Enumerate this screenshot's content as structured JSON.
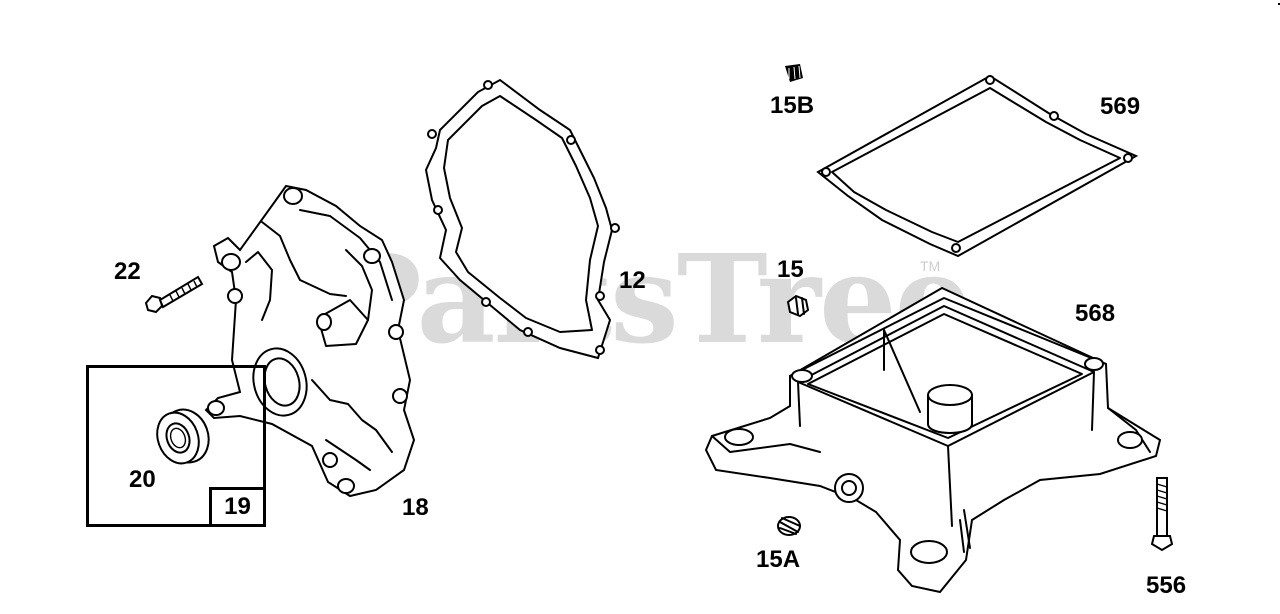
{
  "diagram": {
    "watermark": "PartsTree",
    "watermark_mark": "TM",
    "callouts": {
      "c22": "22",
      "c20": "20",
      "c19": "19",
      "c18": "18",
      "c12": "12",
      "c15b": "15B",
      "c15": "15",
      "c15a": "15A",
      "c569": "569",
      "c568": "568",
      "c556": "556"
    }
  }
}
